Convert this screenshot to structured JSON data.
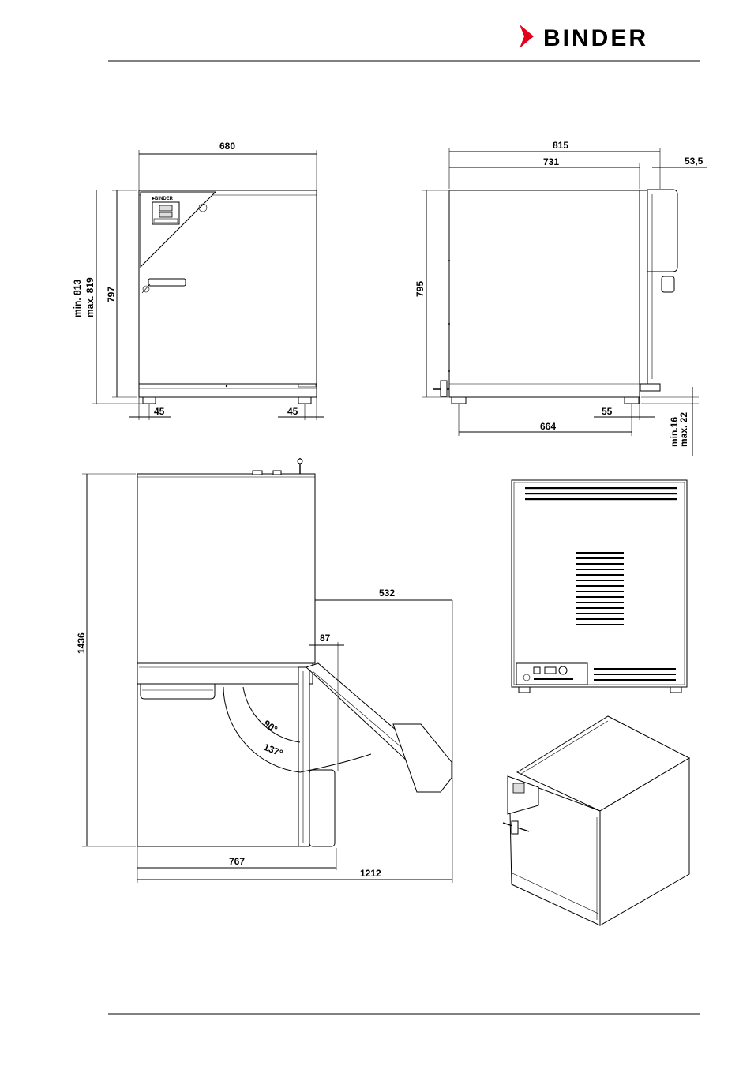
{
  "header": {
    "brand_name": "BINDER",
    "brand_color": "#e2001a"
  },
  "front_view": {
    "width_dim": "680",
    "height_dim": "797",
    "overall_height_dim_line1": "min. 813",
    "overall_height_dim_line2": "max. 819",
    "foot_offset_left": "45",
    "foot_offset_right": "45"
  },
  "side_view": {
    "total_depth_dim": "815",
    "body_depth_dim": "731",
    "door_depth_dim": "53,5",
    "height_dim": "795",
    "foot_span_dim": "664",
    "foot_offset_dim": "55",
    "foot_height_dim_line1": "min.16",
    "foot_height_dim_line2": "max. 22"
  },
  "top_view": {
    "depth_dim": "1436",
    "door_projection_dim": "532",
    "door_offset_dim": "87",
    "angle_90": "90°",
    "angle_137": "137°",
    "width_dim": "767",
    "overall_width_dim": "1212"
  }
}
